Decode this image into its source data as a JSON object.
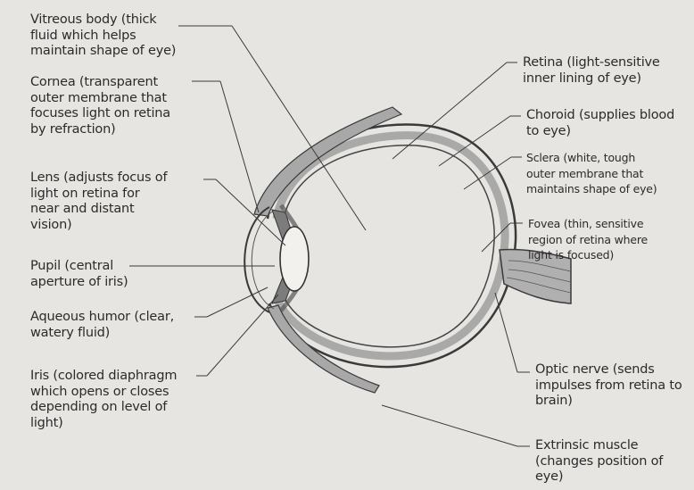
{
  "labels": {
    "vitreous": "Vitreous body (thick\nfluid which helps\nmaintain shape of eye)",
    "cornea": "Cornea (transparent\nouter membrane that\nfocuses light on retina\nby refraction)",
    "lens": "Lens (adjusts focus of\nlight on retina for\nnear and distant\nvision)",
    "pupil": "Pupil (central\naperture of iris)",
    "aqueous": "Aqueous humor (clear,\nwatery fluid)",
    "iris": "Iris (colored diaphragm\nwhich opens or closes\ndepending on level of\nlight)",
    "retina": "Retina (light-sensitive\ninner lining of eye)",
    "choroid": "Choroid (supplies blood\nto eye)",
    "sclera": "Sclera (white, tough\nouter membrane that\nmaintains shape of eye)",
    "fovea": "Fovea (thin, sensitive\nregion of retina where\nlight is focused)",
    "optic_nerve": "Optic nerve (sends\nimpulses from retina to\nbrain)",
    "extrinsic": "Extrinsic muscle\n(changes position of\neye)"
  },
  "colors": {
    "background": "#e7e5e2",
    "ink": "#2b2b2b",
    "tissue": "#8f8f8f"
  }
}
